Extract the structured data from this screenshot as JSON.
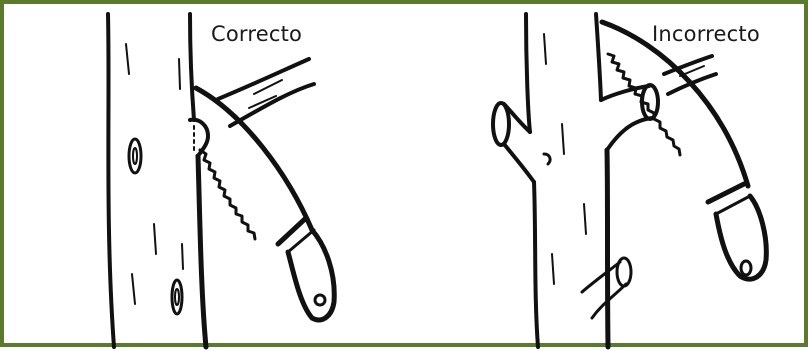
{
  "labels": {
    "correct": "Correcto",
    "incorrect": "Incorrecto"
  },
  "colors": {
    "frame": "#5b7a2e",
    "ink": "#111111",
    "paper": "#ffffff"
  },
  "icons": {
    "left_panel": "pruning-saw-correct-cut-illustration",
    "right_panel": "pruning-saw-incorrect-cut-illustration"
  }
}
